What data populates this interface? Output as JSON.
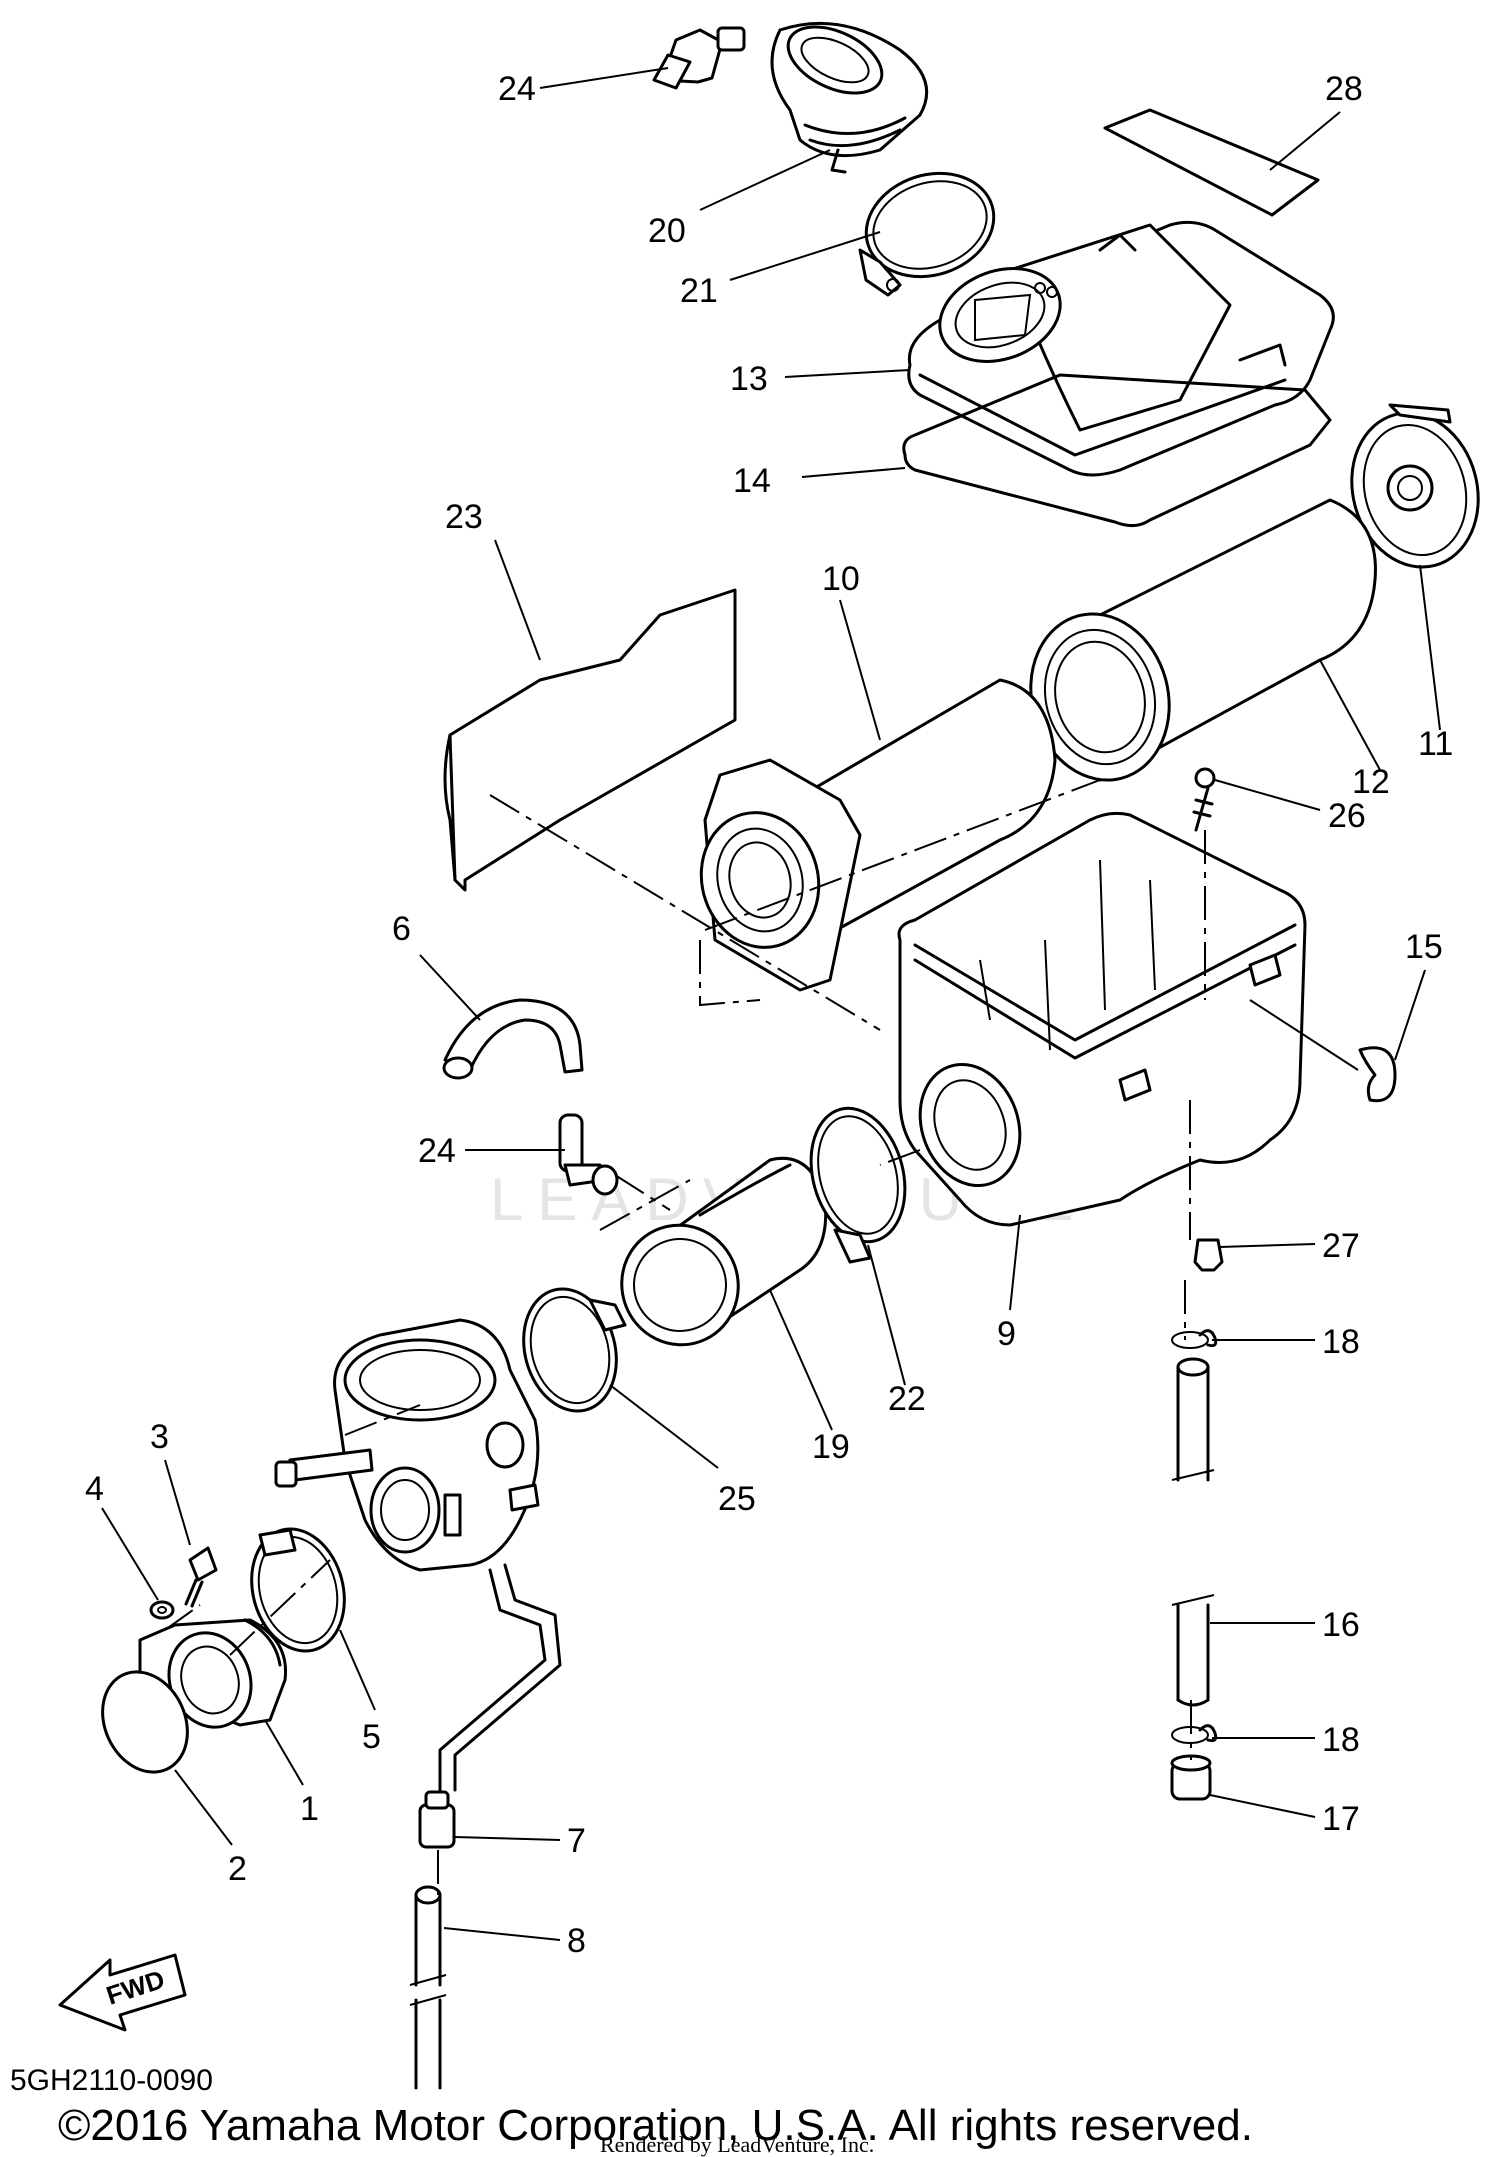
{
  "diagram": {
    "code": "5GH2110-0090",
    "copyright": "©2016 Yamaha Motor Corporation, U.S.A. All rights reserved.",
    "rendered_by": "Rendered by LeadVenture, Inc.",
    "watermark": "LEADVENTURE",
    "direction_label": "FWD",
    "callouts": [
      {
        "id": "c1",
        "label": "1"
      },
      {
        "id": "c2",
        "label": "2"
      },
      {
        "id": "c3",
        "label": "3"
      },
      {
        "id": "c4",
        "label": "4"
      },
      {
        "id": "c5",
        "label": "5"
      },
      {
        "id": "c6",
        "label": "6"
      },
      {
        "id": "c7",
        "label": "7"
      },
      {
        "id": "c8",
        "label": "8"
      },
      {
        "id": "c9",
        "label": "9"
      },
      {
        "id": "c10",
        "label": "10"
      },
      {
        "id": "c11",
        "label": "11"
      },
      {
        "id": "c12",
        "label": "12"
      },
      {
        "id": "c13",
        "label": "13"
      },
      {
        "id": "c14",
        "label": "14"
      },
      {
        "id": "c15",
        "label": "15"
      },
      {
        "id": "c16",
        "label": "16"
      },
      {
        "id": "c17",
        "label": "17"
      },
      {
        "id": "c18a",
        "label": "18"
      },
      {
        "id": "c18b",
        "label": "18"
      },
      {
        "id": "c19",
        "label": "19"
      },
      {
        "id": "c20",
        "label": "20"
      },
      {
        "id": "c21",
        "label": "21"
      },
      {
        "id": "c22",
        "label": "22"
      },
      {
        "id": "c23",
        "label": "23"
      },
      {
        "id": "c24a",
        "label": "24"
      },
      {
        "id": "c24b",
        "label": "24"
      },
      {
        "id": "c25",
        "label": "25"
      },
      {
        "id": "c26",
        "label": "26"
      },
      {
        "id": "c27",
        "label": "27"
      },
      {
        "id": "c28",
        "label": "28"
      }
    ]
  }
}
